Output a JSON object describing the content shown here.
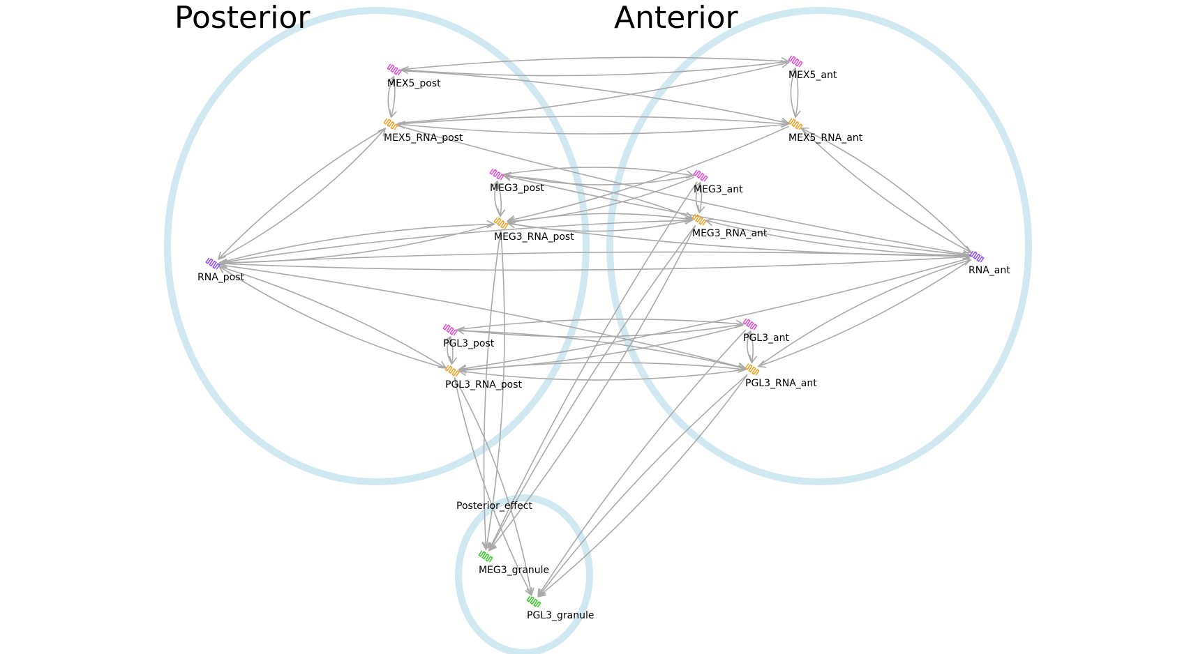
{
  "title": "",
  "regions": {
    "posterior": "Posterior",
    "anterior": "Anterior",
    "posterior_effect": "Posterior_effect"
  },
  "colors": {
    "protein": "#e64bd6",
    "rna": "#f0a020",
    "global_rna": "#8a4dff",
    "granule": "#33cc22",
    "edge": "#a9a9a9",
    "compartment": "#d0e8f0"
  },
  "nodes": [
    {
      "id": "MEX5_post",
      "label": "MEX5_post",
      "kind": "protein"
    },
    {
      "id": "MEX5_RNA_post",
      "label": "MEX5_RNA_post",
      "kind": "rna"
    },
    {
      "id": "MEX5_ant",
      "label": "MEX5_ant",
      "kind": "protein"
    },
    {
      "id": "MEX5_RNA_ant",
      "label": "MEX5_RNA_ant",
      "kind": "rna"
    },
    {
      "id": "MEG3_post",
      "label": "MEG3_post",
      "kind": "protein"
    },
    {
      "id": "MEG3_RNA_post",
      "label": "MEG3_RNA_post",
      "kind": "rna"
    },
    {
      "id": "MEG3_ant",
      "label": "MEG3_ant",
      "kind": "protein"
    },
    {
      "id": "MEG3_RNA_ant",
      "label": "MEG3_RNA_ant",
      "kind": "rna"
    },
    {
      "id": "RNA_post",
      "label": "RNA_post",
      "kind": "global_rna"
    },
    {
      "id": "RNA_ant",
      "label": "RNA_ant",
      "kind": "global_rna"
    },
    {
      "id": "PGL3_post",
      "label": "PGL3_post",
      "kind": "protein"
    },
    {
      "id": "PGL3_RNA_post",
      "label": "PGL3_RNA_post",
      "kind": "rna"
    },
    {
      "id": "PGL3_ant",
      "label": "PGL3_ant",
      "kind": "protein"
    },
    {
      "id": "PGL3_RNA_ant",
      "label": "PGL3_RNA_ant",
      "kind": "rna"
    },
    {
      "id": "MEG3_granule",
      "label": "MEG3_granule",
      "kind": "granule"
    },
    {
      "id": "PGL3_granule",
      "label": "PGL3_granule",
      "kind": "granule"
    }
  ],
  "edges": [
    [
      "MEX5_post",
      "MEX5_ant"
    ],
    [
      "MEX5_ant",
      "MEX5_post"
    ],
    [
      "MEX5_post",
      "MEX5_RNA_ant"
    ],
    [
      "MEX5_RNA_post",
      "MEX5_ant"
    ],
    [
      "MEX5_RNA_post",
      "MEX5_RNA_ant"
    ],
    [
      "MEX5_RNA_ant",
      "MEX5_RNA_post"
    ],
    [
      "MEX5_ant",
      "MEX5_RNA_ant"
    ],
    [
      "MEX5_RNA_ant",
      "MEX5_ant"
    ],
    [
      "MEX5_post",
      "MEX5_RNA_post"
    ],
    [
      "MEX5_RNA_post",
      "MEX5_post"
    ],
    [
      "MEX5_RNA_post",
      "RNA_post"
    ],
    [
      "RNA_post",
      "MEX5_RNA_post"
    ],
    [
      "MEX5_RNA_ant",
      "RNA_ant"
    ],
    [
      "RNA_ant",
      "MEX5_RNA_ant"
    ],
    [
      "MEX5_RNA_post",
      "RNA_ant"
    ],
    [
      "MEX5_RNA_ant",
      "MEG3_RNA_post"
    ],
    [
      "MEG3_post",
      "MEG3_ant"
    ],
    [
      "MEG3_ant",
      "MEG3_post"
    ],
    [
      "MEG3_post",
      "MEG3_RNA_ant"
    ],
    [
      "MEG3_ant",
      "MEG3_RNA_post"
    ],
    [
      "MEG3_RNA_post",
      "MEG3_RNA_ant"
    ],
    [
      "MEG3_RNA_ant",
      "MEG3_RNA_post"
    ],
    [
      "MEG3_post",
      "MEG3_RNA_post"
    ],
    [
      "MEG3_RNA_post",
      "MEG3_post"
    ],
    [
      "MEG3_ant",
      "MEG3_RNA_ant"
    ],
    [
      "MEG3_RNA_ant",
      "MEG3_ant"
    ],
    [
      "RNA_post",
      "MEG3_RNA_post"
    ],
    [
      "MEG3_RNA_post",
      "RNA_post"
    ],
    [
      "RNA_post",
      "MEG3_RNA_ant"
    ],
    [
      "RNA_ant",
      "MEG3_RNA_ant"
    ],
    [
      "MEG3_RNA_post",
      "RNA_ant"
    ],
    [
      "RNA_ant",
      "MEG3_post"
    ],
    [
      "RNA_post",
      "RNA_ant"
    ],
    [
      "RNA_ant",
      "RNA_post"
    ],
    [
      "RNA_post",
      "PGL3_RNA_post"
    ],
    [
      "PGL3_RNA_post",
      "RNA_post"
    ],
    [
      "RNA_post",
      "PGL3_RNA_ant"
    ],
    [
      "RNA_ant",
      "PGL3_RNA_ant"
    ],
    [
      "PGL3_RNA_ant",
      "RNA_ant"
    ],
    [
      "RNA_ant",
      "PGL3_RNA_post"
    ],
    [
      "PGL3_post",
      "PGL3_ant"
    ],
    [
      "PGL3_ant",
      "PGL3_post"
    ],
    [
      "PGL3_post",
      "PGL3_RNA_ant"
    ],
    [
      "PGL3_ant",
      "PGL3_RNA_post"
    ],
    [
      "PGL3_RNA_post",
      "PGL3_RNA_ant"
    ],
    [
      "PGL3_RNA_ant",
      "PGL3_RNA_post"
    ],
    [
      "PGL3_post",
      "PGL3_RNA_post"
    ],
    [
      "PGL3_RNA_post",
      "PGL3_post"
    ],
    [
      "PGL3_ant",
      "PGL3_RNA_ant"
    ],
    [
      "PGL3_RNA_ant",
      "PGL3_ant"
    ],
    [
      "MEG3_RNA_post",
      "MEG3_granule"
    ],
    [
      "MEG3_RNA_post",
      "MEG3_granule"
    ],
    [
      "MEG3_RNA_ant",
      "MEG3_granule"
    ],
    [
      "MEG3_RNA_ant",
      "MEG3_granule"
    ],
    [
      "MEG3_ant",
      "MEG3_granule"
    ],
    [
      "PGL3_RNA_post",
      "PGL3_granule"
    ],
    [
      "PGL3_RNA_post",
      "PGL3_granule"
    ],
    [
      "PGL3_RNA_ant",
      "PGL3_granule"
    ],
    [
      "PGL3_RNA_ant",
      "PGL3_granule"
    ],
    [
      "PGL3_ant",
      "PGL3_granule"
    ]
  ]
}
